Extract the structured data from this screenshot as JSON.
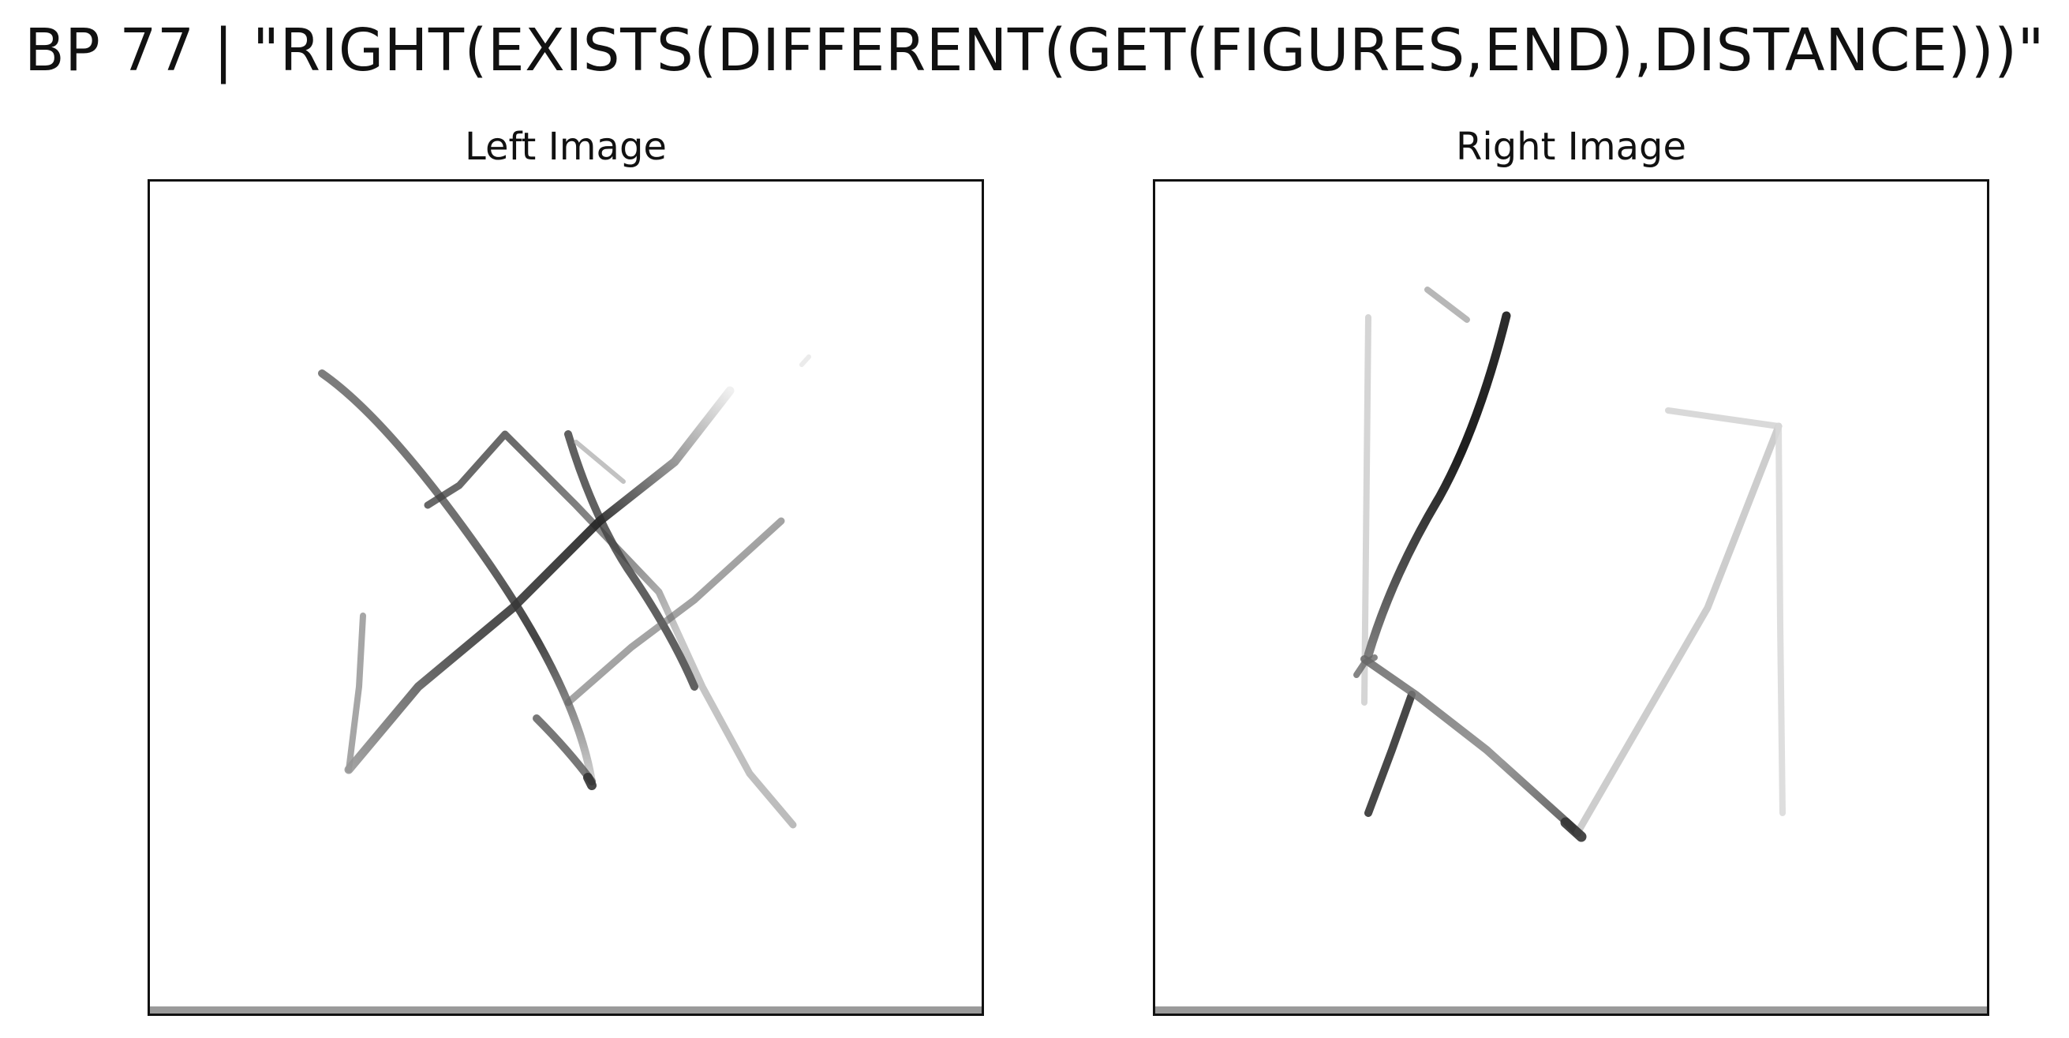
{
  "title": "BP 77 | \"RIGHT(EXISTS(DIFFERENT(GET(FIGURES,END),DISTANCE)))\"",
  "panels": {
    "left_label": "Left Image",
    "right_label": "Right Image"
  }
}
